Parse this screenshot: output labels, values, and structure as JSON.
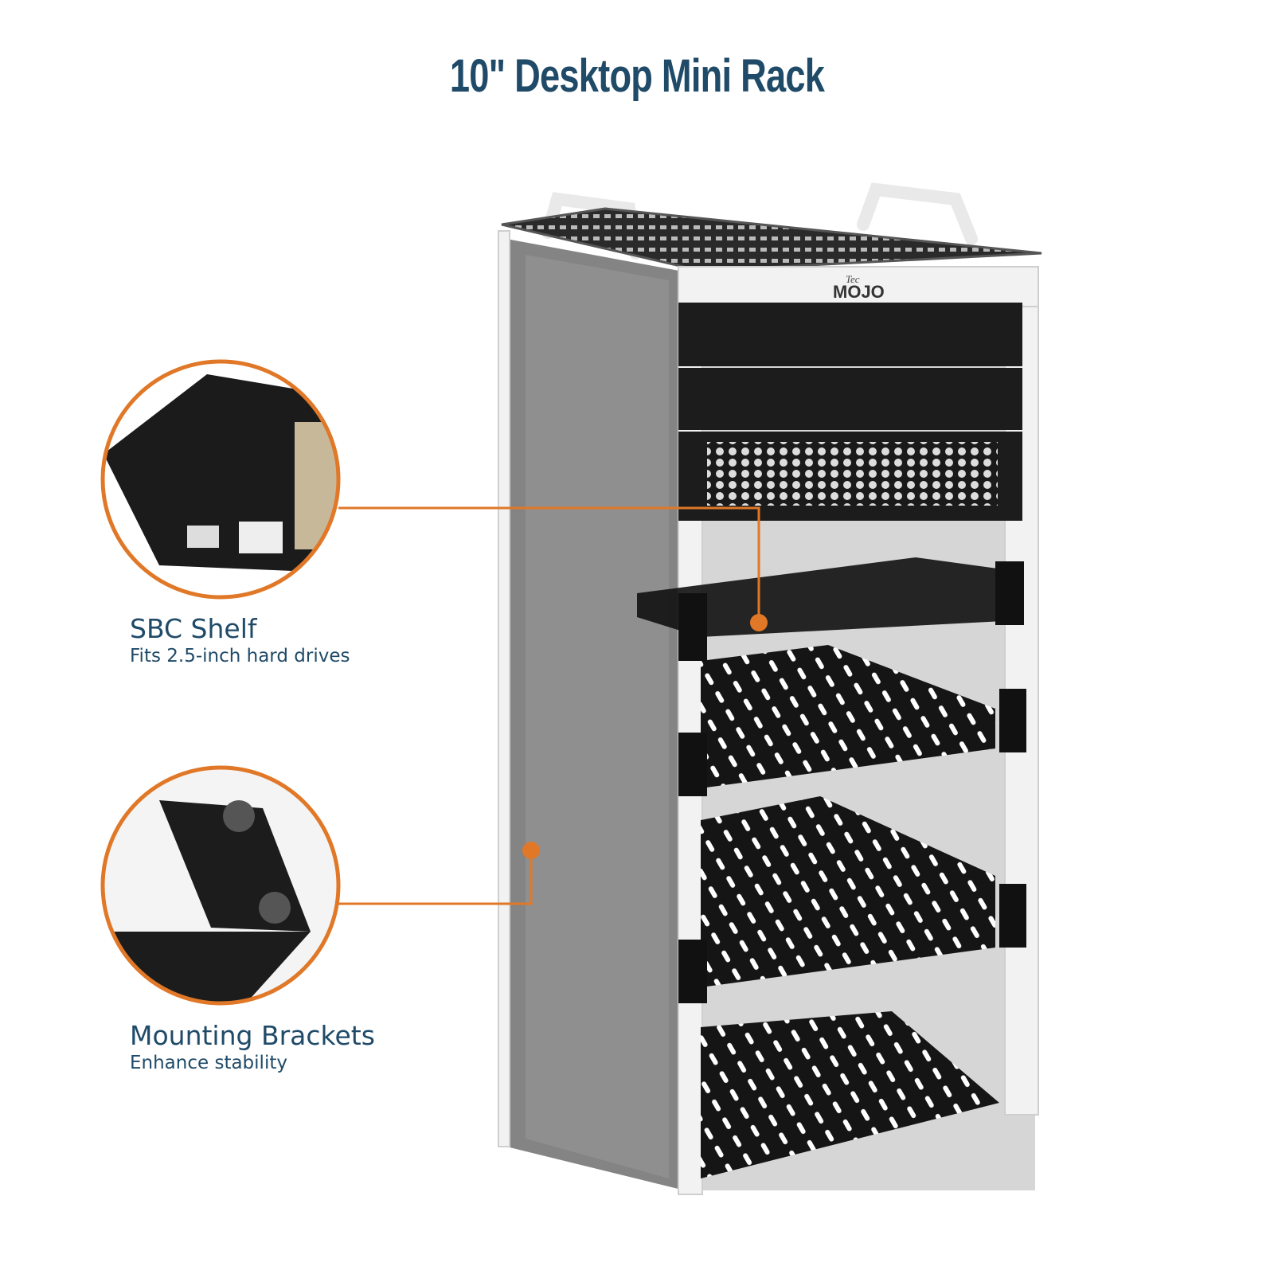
{
  "title": "10\" Desktop Mini Rack",
  "brand_logo": {
    "prefix": "Tec",
    "name": "MOJO"
  },
  "callouts": [
    {
      "heading": "SBC Shelf",
      "subtext": "Fits 2.5-inch hard drives"
    },
    {
      "heading": "Mounting Brackets",
      "subtext": "Enhance stability"
    }
  ],
  "colors": {
    "title": "#1f4a68",
    "accent": "#e07828",
    "panel": "#1a1a1a",
    "frame": "#f2f2f2"
  }
}
